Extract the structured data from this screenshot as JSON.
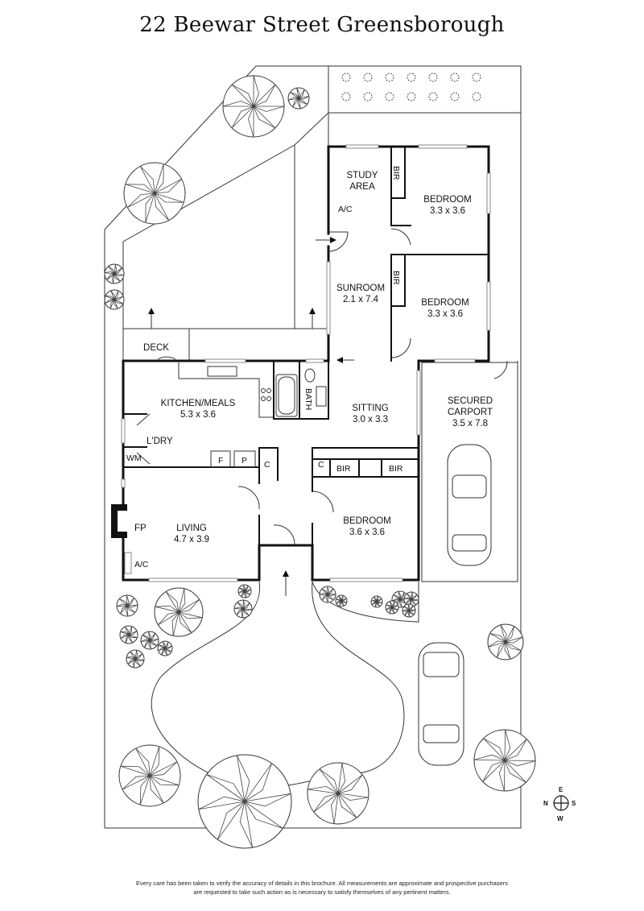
{
  "title": "22 Beewar Street Greensborough",
  "rooms": {
    "study": [
      "STUDY",
      "AREA"
    ],
    "ac_study": "A/C",
    "bir": "BIR",
    "bedroom1": {
      "name": "BEDROOM",
      "size": "3.3 x 3.6"
    },
    "bedroom2": {
      "name": "BEDROOM",
      "size": "3.3 x 3.6"
    },
    "sunroom": {
      "name": "SUNROOM",
      "size": "2.1 x 7.4"
    },
    "deck": "DECK",
    "kitchen": {
      "name": "KITCHEN/MEALS",
      "size": "5.3 x 3.6"
    },
    "bath": "BATH",
    "laundry": "L'DRY",
    "wm": "WM",
    "sitting": {
      "name": "SITTING",
      "size": "3.0 x 3.3"
    },
    "carport": {
      "name": [
        "SECURED",
        "CARPORT"
      ],
      "size": "3.5 x 7.8"
    },
    "f": "F",
    "p": "P",
    "c": "C",
    "living": {
      "name": "LIVING",
      "size": "4.7 x 3.9"
    },
    "fp": "FP",
    "ac_living": "A/C",
    "bedroom3": {
      "name": "BEDROOM",
      "size": "3.6 x 3.6"
    }
  },
  "compass": {
    "n": "N",
    "e": "E",
    "s": "S",
    "w": "W"
  },
  "disclaimer": [
    "Every care has been taken to verify the accuracy of details in this brochure. All measurements are approximate and prospective purchasers",
    "are requested to take such action as is necessary to satisfy themselves of any pertinent matters."
  ]
}
